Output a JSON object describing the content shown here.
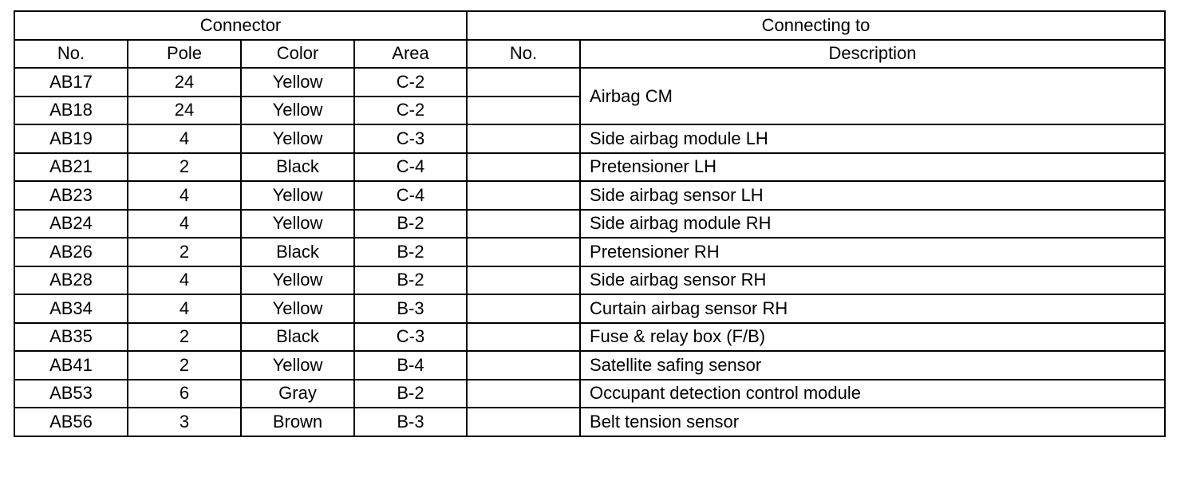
{
  "table": {
    "group_headers": {
      "connector": "Connector",
      "connecting_to": "Connecting to"
    },
    "column_headers": {
      "no": "No.",
      "pole": "Pole",
      "color": "Color",
      "area": "Area",
      "conn_no": "No.",
      "description": "Description"
    },
    "rows": [
      {
        "no": "AB17",
        "pole": "24",
        "color": "Yellow",
        "area": "C-2",
        "conn_no": "",
        "description": "Airbag CM"
      },
      {
        "no": "AB18",
        "pole": "24",
        "color": "Yellow",
        "area": "C-2",
        "conn_no": ""
      },
      {
        "no": "AB19",
        "pole": "4",
        "color": "Yellow",
        "area": "C-3",
        "conn_no": "",
        "description": "Side airbag module LH"
      },
      {
        "no": "AB21",
        "pole": "2",
        "color": "Black",
        "area": "C-4",
        "conn_no": "",
        "description": "Pretensioner LH"
      },
      {
        "no": "AB23",
        "pole": "4",
        "color": "Yellow",
        "area": "C-4",
        "conn_no": "",
        "description": "Side airbag sensor LH"
      },
      {
        "no": "AB24",
        "pole": "4",
        "color": "Yellow",
        "area": "B-2",
        "conn_no": "",
        "description": "Side airbag module RH"
      },
      {
        "no": "AB26",
        "pole": "2",
        "color": "Black",
        "area": "B-2",
        "conn_no": "",
        "description": "Pretensioner RH"
      },
      {
        "no": "AB28",
        "pole": "4",
        "color": "Yellow",
        "area": "B-2",
        "conn_no": "",
        "description": "Side airbag sensor RH"
      },
      {
        "no": "AB34",
        "pole": "4",
        "color": "Yellow",
        "area": "B-3",
        "conn_no": "",
        "description": "Curtain airbag sensor RH"
      },
      {
        "no": "AB35",
        "pole": "2",
        "color": "Black",
        "area": "C-3",
        "conn_no": "",
        "description": "Fuse & relay box (F/B)"
      },
      {
        "no": "AB41",
        "pole": "2",
        "color": "Yellow",
        "area": "B-4",
        "conn_no": "",
        "description": "Satellite safing sensor"
      },
      {
        "no": "AB53",
        "pole": "6",
        "color": "Gray",
        "area": "B-2",
        "conn_no": "",
        "description": "Occupant detection control module"
      },
      {
        "no": "AB56",
        "pole": "3",
        "color": "Brown",
        "area": "B-3",
        "conn_no": "",
        "description": "Belt tension sensor"
      }
    ]
  }
}
